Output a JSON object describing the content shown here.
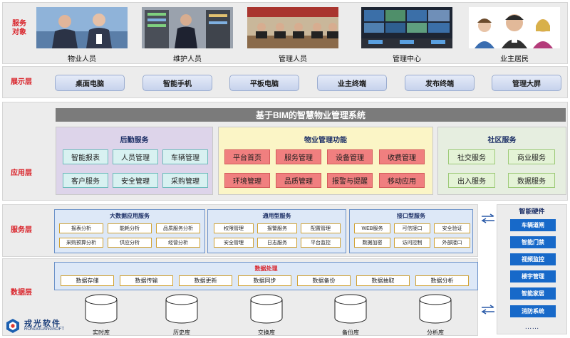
{
  "diagram": {
    "layers": {
      "service_targets": {
        "label": "服务对象",
        "items": [
          "物业人员",
          "维护人员",
          "管理人员",
          "管理中心",
          "业主居民"
        ]
      },
      "display": {
        "label": "展示层",
        "items": [
          "桌面电脑",
          "智能手机",
          "平板电脑",
          "业主终端",
          "发布终端",
          "管理大屏"
        ]
      },
      "application": {
        "label": "应用层",
        "title": "基于BIM的智慧物业管理系统",
        "logistics": {
          "title": "后勤服务",
          "items": [
            "智能报表",
            "人员管理",
            "车辆管理",
            "客户服务",
            "安全管理",
            "采购管理"
          ]
        },
        "property": {
          "title": "物业管理功能",
          "items": [
            "平台首页",
            "服务管理",
            "设备管理",
            "收费管理",
            "环境管理",
            "品质管理",
            "报警与提醒",
            "移动应用"
          ]
        },
        "community": {
          "title": "社区服务",
          "items": [
            "社交服务",
            "商业服务",
            "出入服务",
            "数据服务"
          ]
        }
      },
      "service": {
        "label": "服务层",
        "bigdata": {
          "title": "大数据应用服务",
          "items": [
            "报表分析",
            "能耗分析",
            "品质服务分析",
            "采购预算分析",
            "供应分析",
            "经营分析"
          ]
        },
        "general": {
          "title": "通用型服务",
          "items": [
            "权限管理",
            "报警服务",
            "配置管理",
            "安全管理",
            "日志服务",
            "平台监控"
          ]
        },
        "interface": {
          "title": "接口型服务",
          "items": [
            "WEB服务",
            "可信接口",
            "安全验证",
            "数据加密",
            "访问控制",
            "外部接口"
          ]
        }
      },
      "data": {
        "label": "数据层",
        "processing": {
          "title": "数据处理",
          "items": [
            "数据存储",
            "数据传输",
            "数据更新",
            "数据同步",
            "数据备份",
            "数据抽取",
            "数据分析"
          ]
        },
        "databases": [
          "实时库",
          "历史库",
          "交换库",
          "备份库",
          "分析库"
        ]
      }
    },
    "hardware": {
      "title": "智能硬件",
      "items": [
        "车辆道闸",
        "智能门禁",
        "视频监控",
        "楼宇管理",
        "智能家居",
        "消防系统"
      ],
      "more": "……"
    },
    "logo": {
      "name": "戎光软件",
      "sub": "RONGGUANGSOFT"
    }
  },
  "colors": {
    "layer_label": "#d9232a",
    "hardware_button": "#1769c9",
    "property_box": "#f07f7f"
  }
}
